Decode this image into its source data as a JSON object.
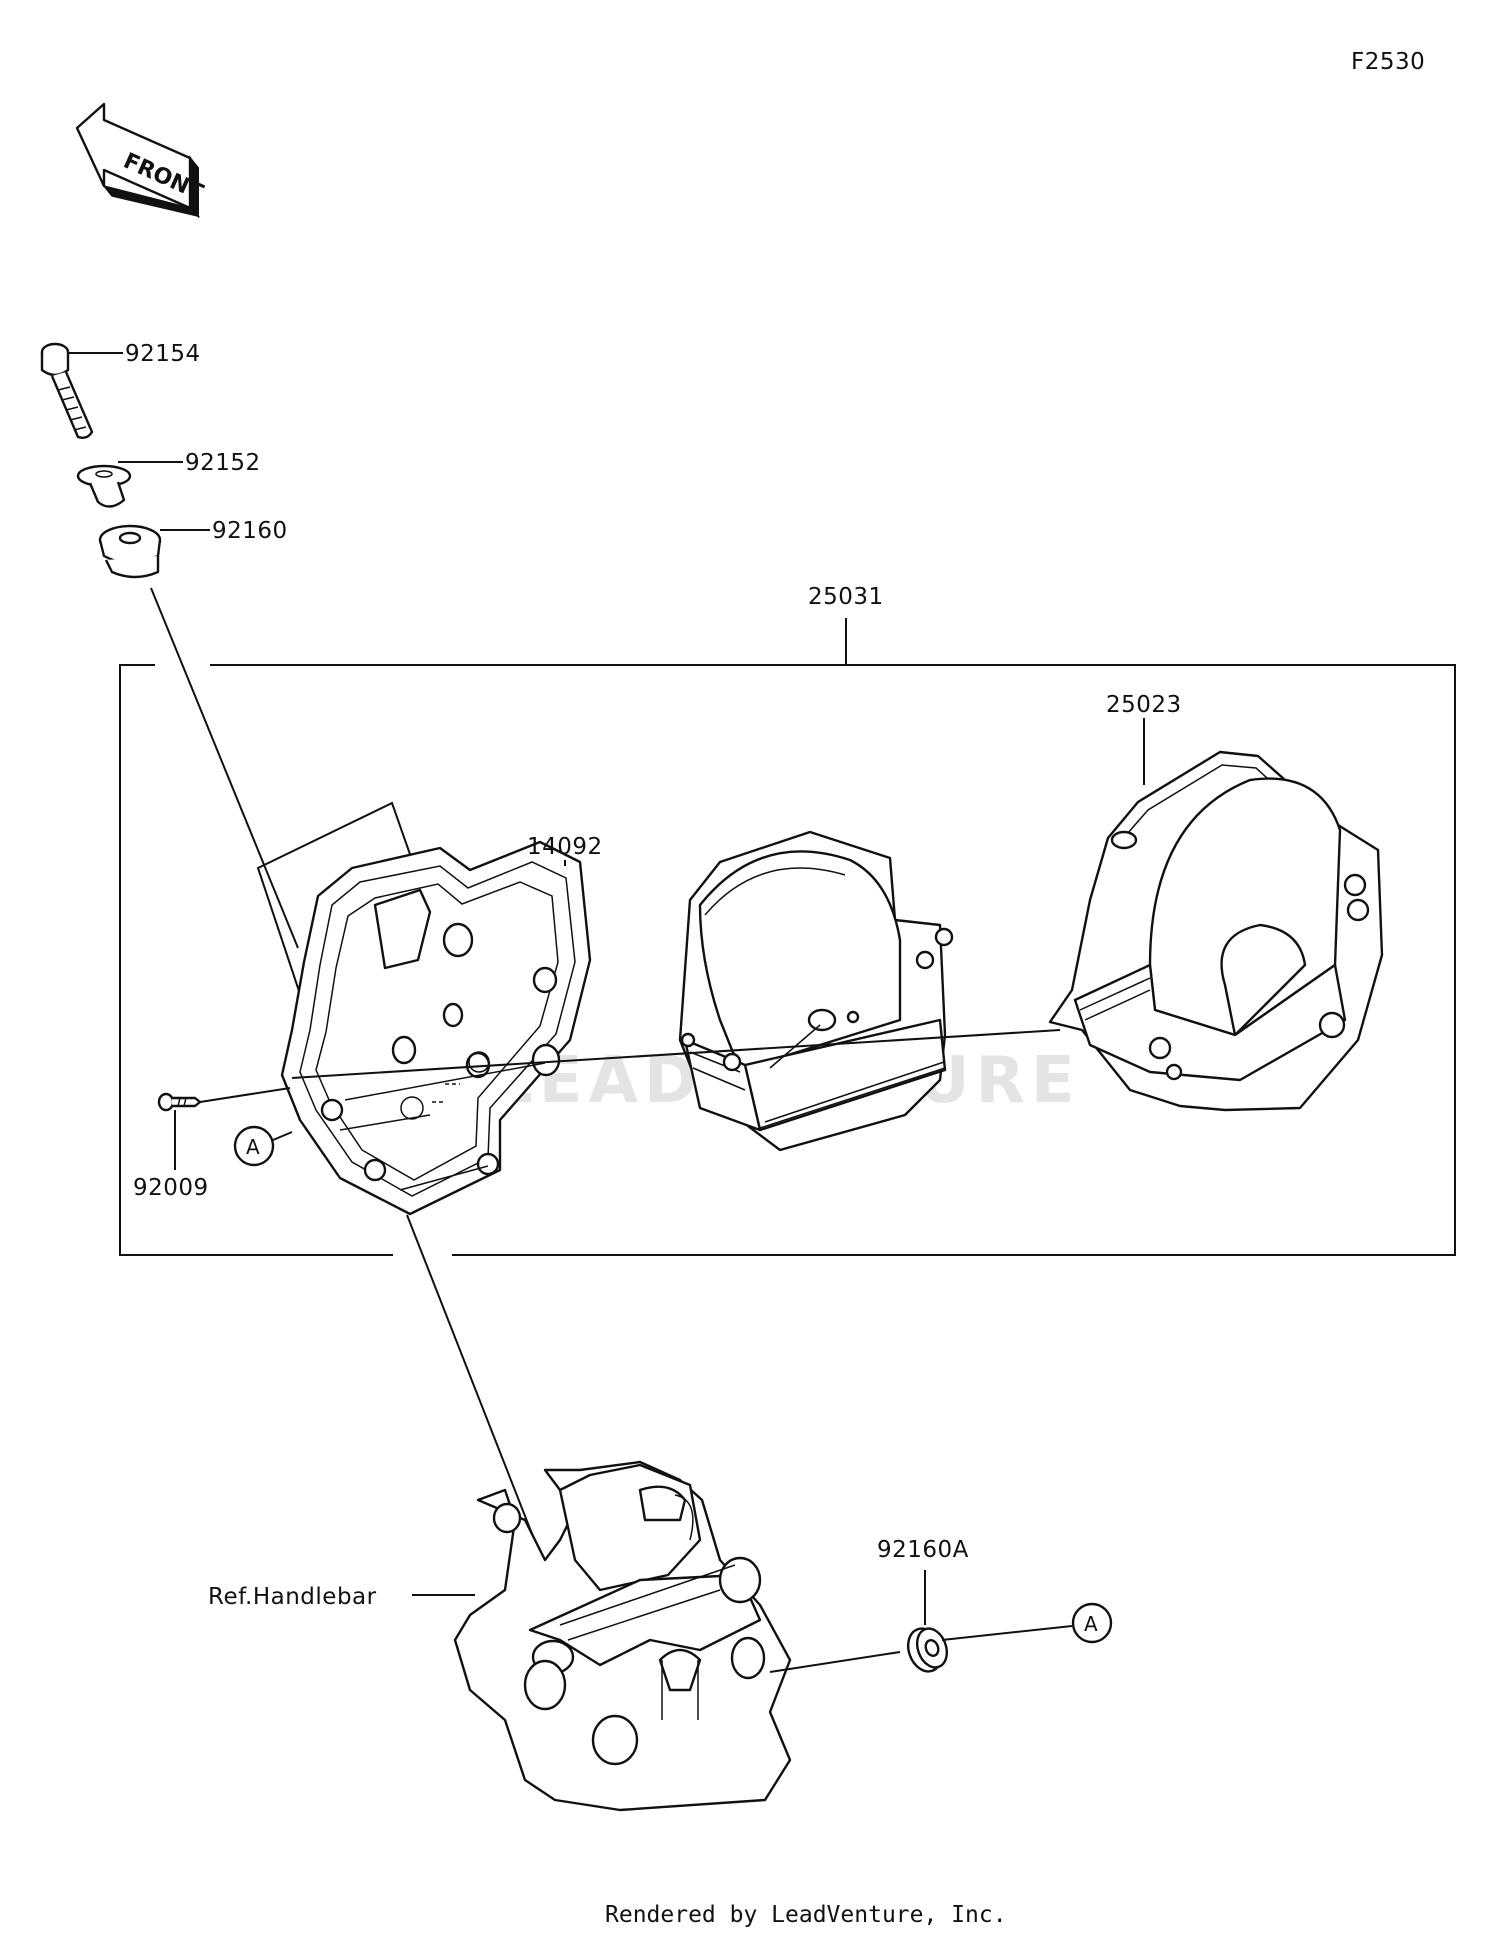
{
  "diagram_id": "F2530",
  "front_label": "FRONT",
  "watermark": "LEADVENTURE",
  "footer": "Rendered by LeadVenture, Inc.",
  "parts": {
    "bolt": "92154",
    "collar": "92152",
    "grommet": "92160",
    "meter_assy": "25031",
    "case": "14092",
    "cover": "25023",
    "screw": "92009",
    "washer": "92160A"
  },
  "callout_marker": "A",
  "reference": "Ref.Handlebar"
}
